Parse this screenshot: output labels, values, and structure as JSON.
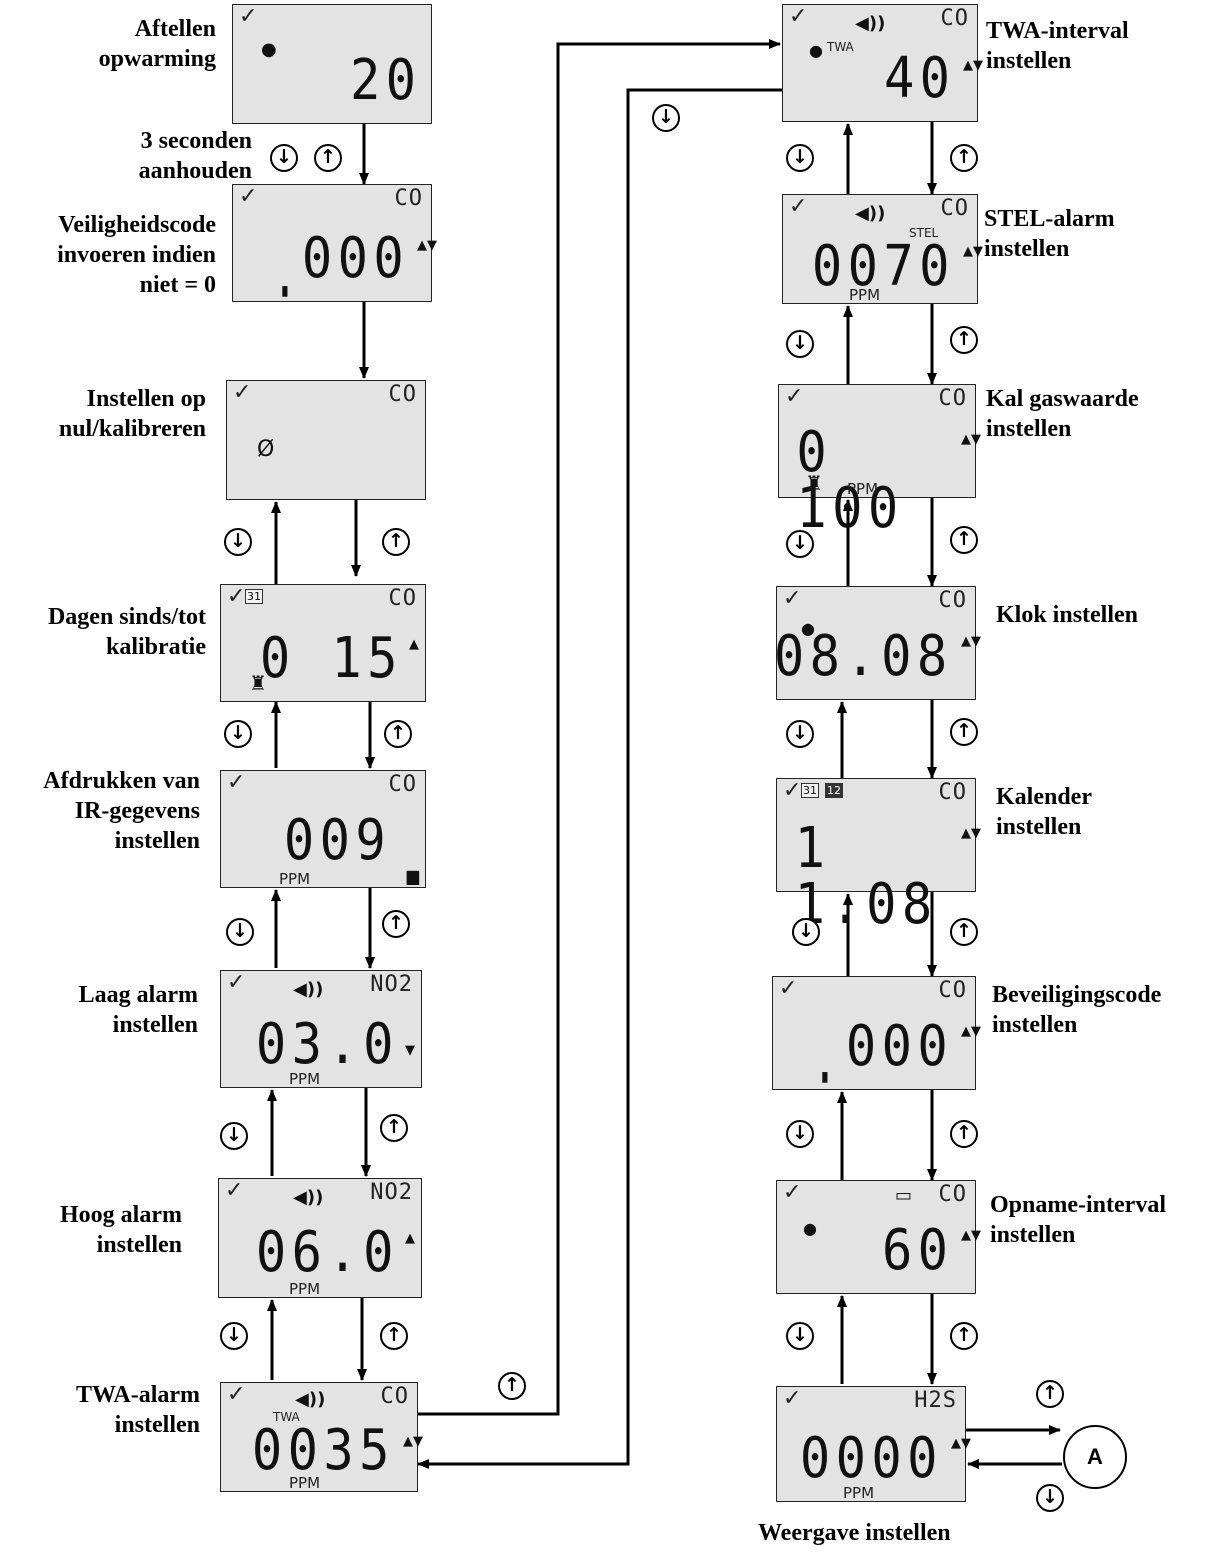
{
  "labels": {
    "aftellen": [
      "Aftellen",
      "opwarming"
    ],
    "hold": [
      "3 seconden",
      "aanhouden"
    ],
    "veiligheid": [
      "Veiligheidscode",
      "invoeren indien",
      "niet = 0"
    ],
    "nul": [
      "Instellen op",
      "nul/kalibreren"
    ],
    "dagen": [
      "Dagen sinds/tot",
      "kalibratie"
    ],
    "afdrukken": [
      "Afdrukken van",
      "IR-gegevens",
      "instellen"
    ],
    "laag": [
      "Laag alarm",
      "instellen"
    ],
    "hoog": [
      "Hoog alarm",
      "instellen"
    ],
    "twa_alarm": [
      "TWA-alarm",
      "instellen"
    ],
    "twa_interval": [
      "TWA-interval",
      "instellen"
    ],
    "stel": [
      "STEL-alarm",
      "instellen"
    ],
    "kal": [
      "Kal gaswaarde",
      "instellen"
    ],
    "klok": [
      "Klok instellen"
    ],
    "kalender": [
      "Kalender",
      "instellen"
    ],
    "beveiliging": [
      "Beveiligingscode",
      "instellen"
    ],
    "opname": [
      "Opname-interval",
      "instellen"
    ],
    "weergave": [
      "Weergave instellen"
    ]
  },
  "screens": {
    "s1": {
      "digits": "20",
      "gas": ""
    },
    "s2": {
      "digits": "000",
      "gas": "CO"
    },
    "s3": {
      "digits": "",
      "gas": "CO",
      "zero": "Ø"
    },
    "s4": {
      "digits": "0 15",
      "gas": "CO"
    },
    "s5": {
      "digits": "009",
      "gas": "CO",
      "unit": "PPM"
    },
    "s6": {
      "digits": "03.0",
      "gas": "NO2",
      "unit": "PPM"
    },
    "s7": {
      "digits": "06.0",
      "gas": "NO2",
      "unit": "PPM"
    },
    "s8": {
      "digits": "0035",
      "gas": "CO",
      "unit": "PPM",
      "tag": "TWA"
    },
    "s9": {
      "digits": "40",
      "gas": "CO",
      "tag": "TWA"
    },
    "s10": {
      "digits": "0070",
      "gas": "CO",
      "unit": "PPM",
      "tag": "STEL"
    },
    "s11": {
      "digits": "0 100",
      "gas": "CO",
      "unit": "PPM"
    },
    "s12": {
      "digits": "08.08",
      "gas": "CO"
    },
    "s13": {
      "digits": "1 1.08",
      "gas": "CO"
    },
    "s14": {
      "digits": "000",
      "gas": "CO"
    },
    "s15": {
      "digits": "60",
      "gas": "CO"
    },
    "s16": {
      "digits": "0000",
      "gas": "H2S",
      "unit": "PPM"
    }
  },
  "connector": "A",
  "icons": {
    "check": "✓",
    "clock": "●",
    "speaker": "◀))",
    "lock": "▮",
    "up_down": "▲▼",
    "up": "▲",
    "down": "▼",
    "calendar": "31",
    "month": "12",
    "btn_down": "↓",
    "btn_up": "↑",
    "printer": "▆",
    "cylinder": "♜",
    "tape": "▭"
  }
}
